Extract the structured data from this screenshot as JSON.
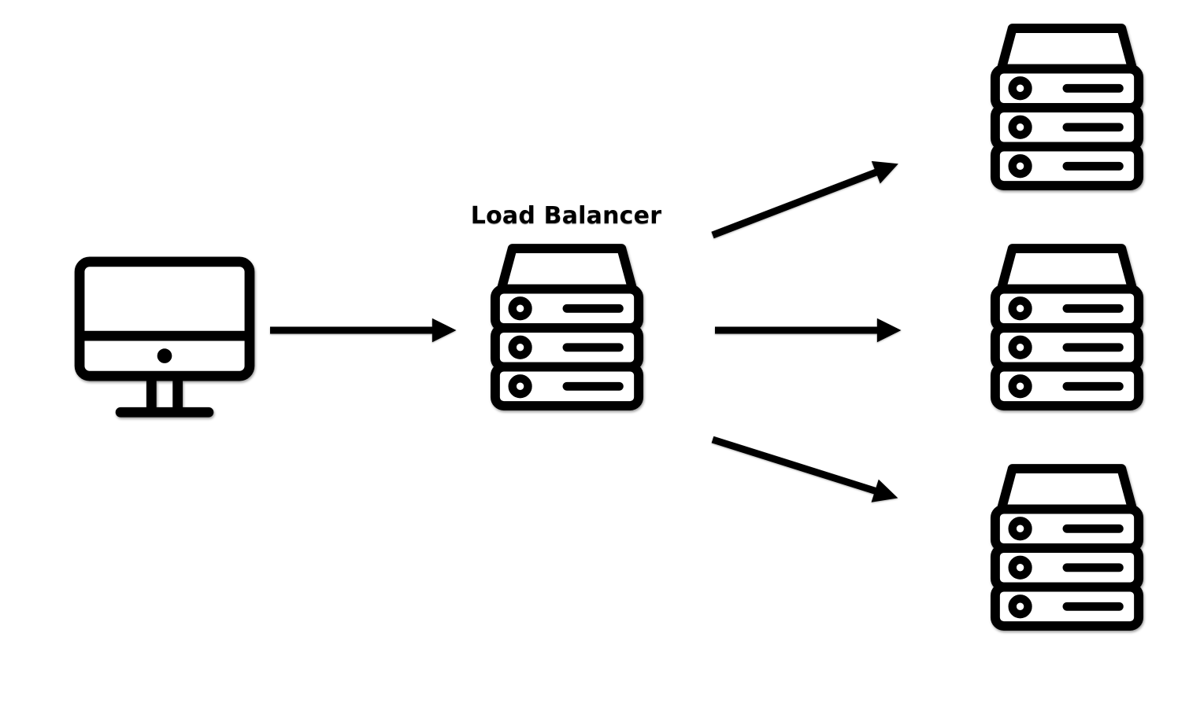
{
  "diagram": {
    "background_color": "#ffffff",
    "line_color": "#000000",
    "client": {
      "icon": "desktop-computer-icon"
    },
    "load_balancer": {
      "label": "Load Balancer",
      "icon": "server-stack-icon"
    },
    "servers": [
      {
        "id": "server-1",
        "icon": "server-stack-icon"
      },
      {
        "id": "server-2",
        "icon": "server-stack-icon"
      },
      {
        "id": "server-3",
        "icon": "server-stack-icon"
      }
    ],
    "edges": [
      {
        "from": "client",
        "to": "load-balancer",
        "style": "solid-arrow"
      },
      {
        "from": "load-balancer",
        "to": "server-1",
        "style": "solid-arrow"
      },
      {
        "from": "load-balancer",
        "to": "server-2",
        "style": "solid-arrow"
      },
      {
        "from": "load-balancer",
        "to": "server-3",
        "style": "solid-arrow"
      }
    ]
  }
}
